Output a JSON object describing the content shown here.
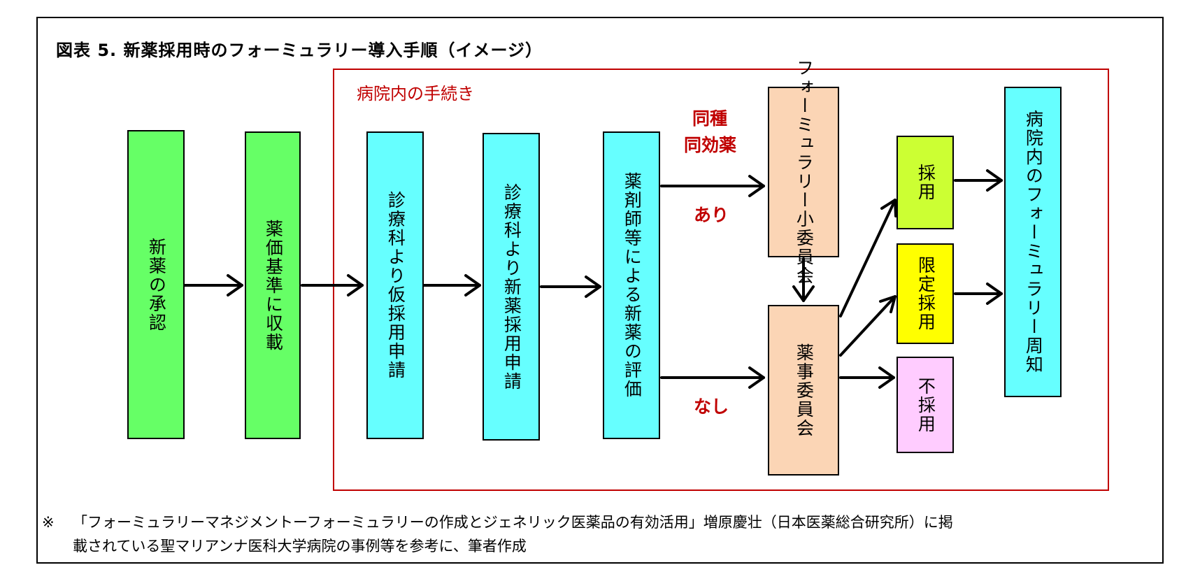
{
  "title": "図表 5.  新薬採用時のフォーミュラリー導入手順（イメージ）",
  "hospital_label": "病院内の手続き",
  "boxes": {
    "approval": "新薬の承認",
    "price_listing": "薬価基準に収載",
    "provisional_request": "診療科より仮採用申請",
    "new_drug_request": "診療科より新薬採用申請",
    "pharmacist_eval": "薬剤師等による新薬の評価",
    "formulary_subcommittee": "フォーミュラリー小委員会",
    "pharmacy_committee": "薬事委員会",
    "adopted": "採用",
    "limited_adopted": "限定採用",
    "not_adopted": "不採用",
    "formulary_notice": "病院内のフォーミュラリー周知"
  },
  "labels": {
    "same_class_line1": "同種",
    "same_class_line2": "同効薬",
    "yes": "あり",
    "no": "なし"
  },
  "colors": {
    "green": "#66ff66",
    "cyan": "#66ffff",
    "peach": "#fbd5b5",
    "lime": "#ccff33",
    "yellow": "#ffff00",
    "pink": "#ffccff",
    "red": "#c00000"
  },
  "note": {
    "mark": "※",
    "line1": "「フォーミュラリーマネジメントーフォーミュラリーの作成とジェネリック医薬品の有効活用」増原慶壮（日本医薬総合研究所）に掲",
    "line2": "載されている聖マリアンナ医科大学病院の事例等を参考に、筆者作成"
  }
}
